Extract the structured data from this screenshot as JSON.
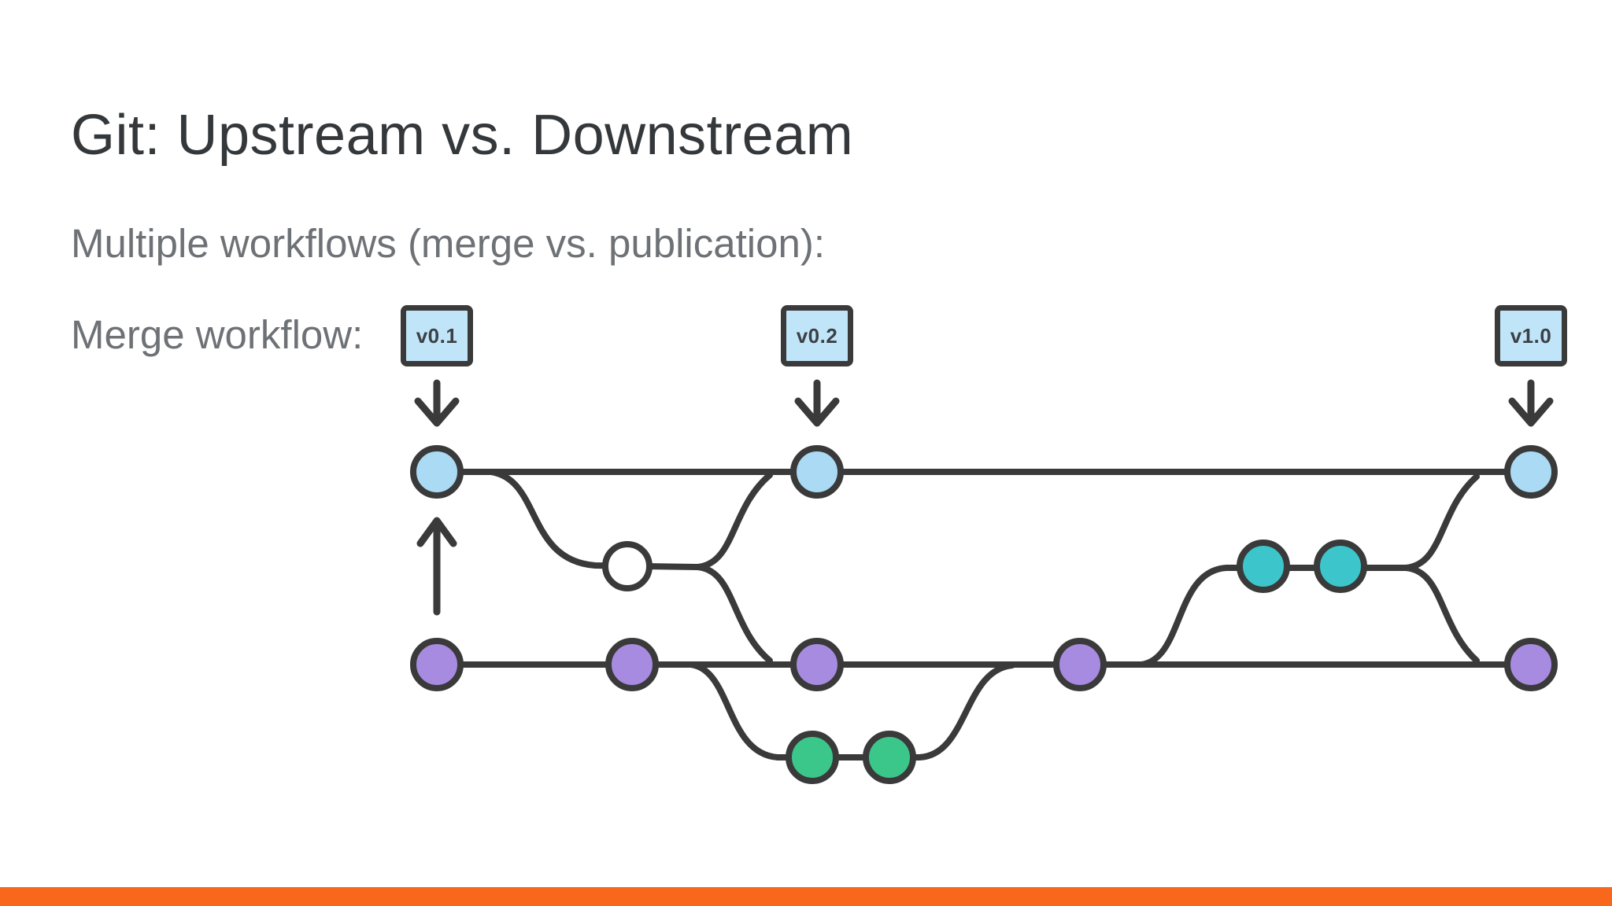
{
  "slide": {
    "title": "Git: Upstream vs. Downstream",
    "subtitle": "Multiple workflows (merge vs. publication):",
    "workflow_label": "Merge workflow:"
  },
  "tags": [
    {
      "label": "v0.1"
    },
    {
      "label": "v0.2"
    },
    {
      "label": "v1.0"
    }
  ],
  "colors": {
    "line": "#3a3a3a",
    "blue_commit": "#aadaf4",
    "white_commit": "#ffffff",
    "purple_commit": "#a78be0",
    "green_commit": "#3cc78a",
    "teal_commit": "#3cc5ca",
    "tag_fill": "#c1e5f8",
    "tag_text": "#3b4146",
    "title_text": "#34383b",
    "body_text": "#6e7276",
    "footer_bar": "#f8671c"
  },
  "diagram": {
    "type": "git-commit-graph",
    "top_line": {
      "commit_count": 3,
      "commit_color": "blue",
      "tags_above": [
        "v0.1",
        "v0.2",
        "v1.0"
      ]
    },
    "middle_feature": {
      "commit_count": 1,
      "commit_color": "white",
      "merges_into": [
        "top line",
        "bottom line"
      ]
    },
    "bottom_line": {
      "commit_count": 5,
      "commit_color": "purple"
    },
    "green_branch": {
      "commit_count": 2,
      "commit_color": "green",
      "off_of": "bottom line",
      "merges_into": [
        "bottom line"
      ]
    },
    "teal_branch": {
      "commit_count": 2,
      "commit_color": "teal",
      "off_of": "bottom line",
      "merges_into": [
        "top line",
        "bottom line"
      ]
    },
    "arrows": {
      "tag_arrows_down": 3,
      "up_arrow_between_first_commits": 1
    }
  }
}
